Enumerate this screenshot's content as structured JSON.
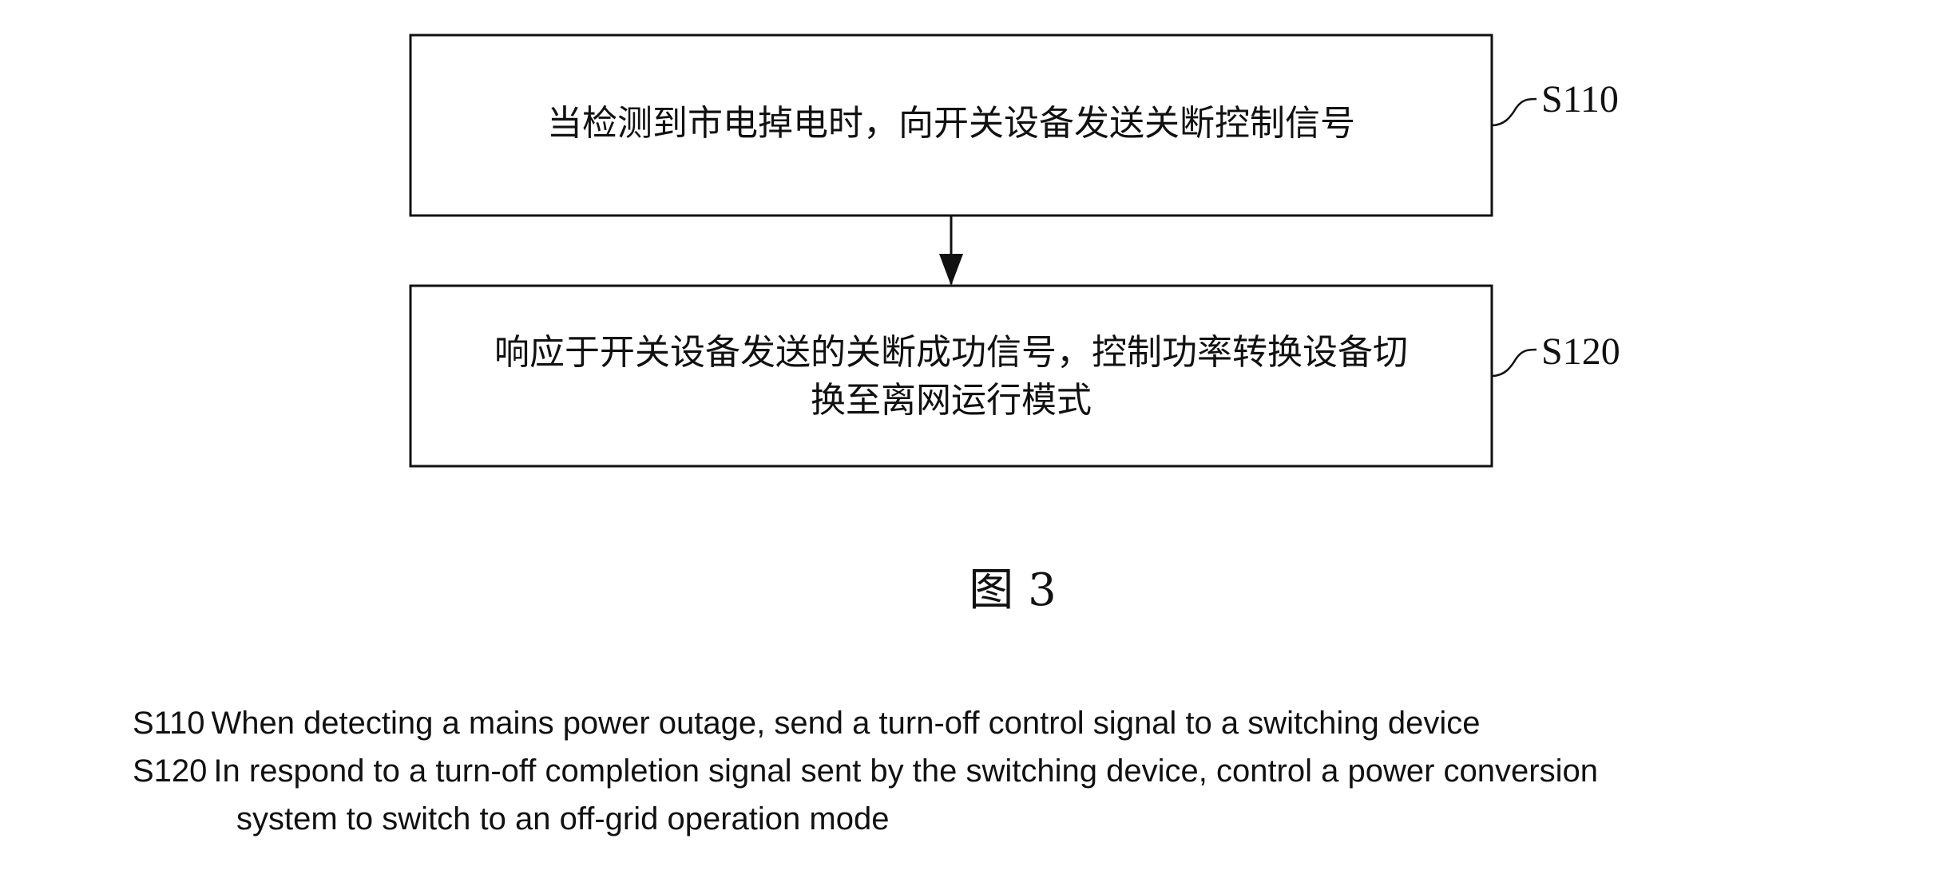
{
  "steps": [
    {
      "id": "S110",
      "lines": [
        "当检测到市电掉电时，向开关设备发送关断控制信号"
      ]
    },
    {
      "id": "S120",
      "lines": [
        "响应于开关设备发送的关断成功信号，控制功率转换设备切",
        "换至离网运行模式"
      ]
    }
  ],
  "figure_caption": "图 3",
  "translation": [
    {
      "id": "S110",
      "lines": [
        "When detecting a mains power outage, send a turn-off control signal to a switching device"
      ]
    },
    {
      "id": "S120",
      "lines": [
        "In respond to a turn-off completion signal sent by the switching device, control a power conversion",
        "system to switch to an off-grid operation mode"
      ]
    }
  ]
}
